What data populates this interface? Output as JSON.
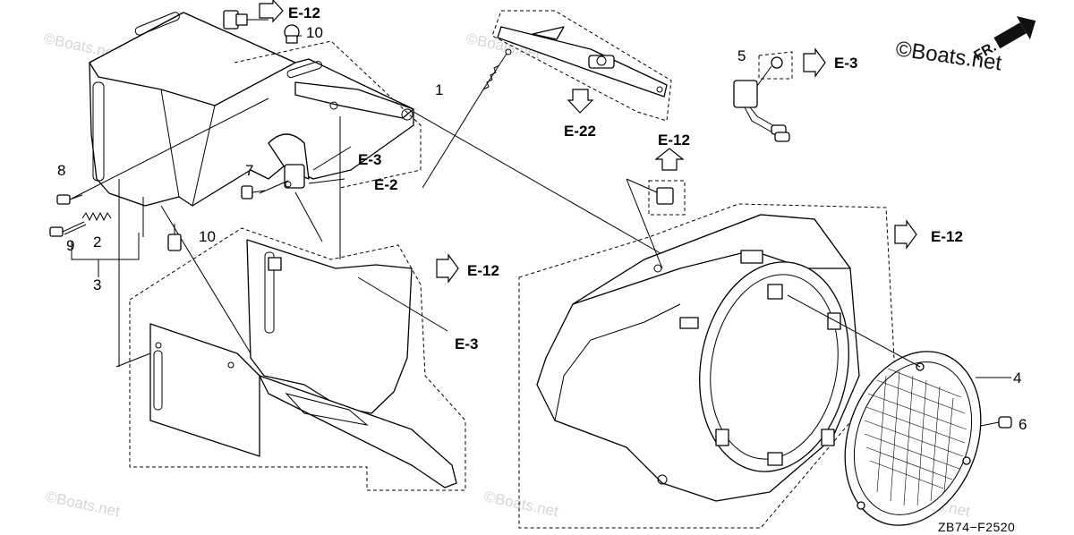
{
  "watermarks": [
    "©Boats.net",
    "©Boats.net",
    "©Boats.net",
    "©Boats.net",
    "©Boats.net"
  ],
  "brand": {
    "copyright_label": "©Boats.net",
    "front_label": "FR."
  },
  "diagram_code": "ZB74−F2520",
  "part_numbers": {
    "p1": "1",
    "p2": "2",
    "p3": "3",
    "p4": "4",
    "p5": "5",
    "p6": "6",
    "p7": "7",
    "p8": "8",
    "p9": "9",
    "p10a": "10",
    "p10b": "10"
  },
  "references": {
    "r_e12_top": "E-12",
    "r_e3_mid": "E-3",
    "r_e2": "E-2",
    "r_e12_mid": "E-12",
    "r_e3_lower": "E-3",
    "r_e22": "E-22",
    "r_e12_bolt": "E-12",
    "r_e3_top_right": "E-3",
    "r_e12_right": "E-12"
  }
}
